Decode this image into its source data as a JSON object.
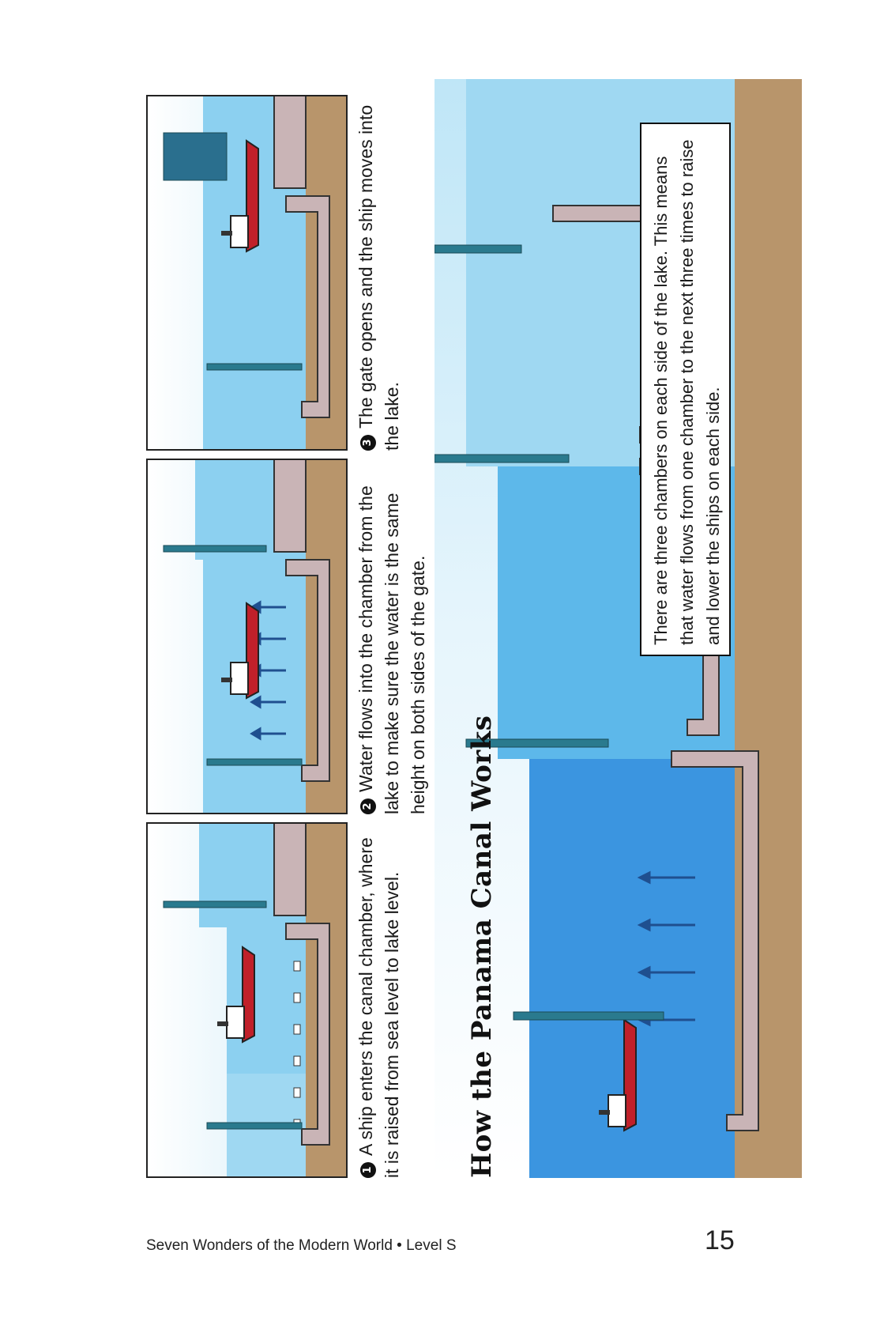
{
  "steps": [
    {
      "number": "1",
      "text": "A ship enters the canal chamber, where it is raised from sea level to lake level."
    },
    {
      "number": "2",
      "text": "Water flows into the chamber from the lake to make sure the water is the same height on both sides of the gate."
    },
    {
      "number": "3",
      "text": "The gate opens and the ship moves into the lake."
    }
  ],
  "diagram": {
    "title": "How the Panama Canal Works",
    "note": "There are three chambers on each side of the lake. This means that water flows from one chamber to the next three times to raise and lower the ships on each side."
  },
  "footer": {
    "book_title": "Seven Wonders of the Modern World • Level S",
    "page_number": "15"
  },
  "colors": {
    "water_light": "#9fd8f2",
    "water_mid": "#5db8ea",
    "water_deep": "#3b95e0",
    "ground": "#b8956b",
    "concrete": "#c9b4b6",
    "hull": "#c0202a",
    "arrow": "#1f4f8f"
  }
}
